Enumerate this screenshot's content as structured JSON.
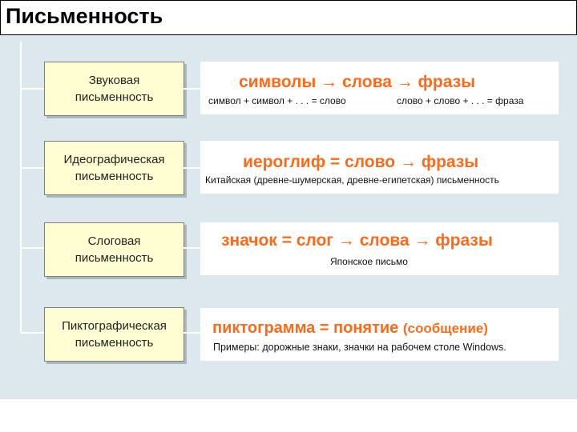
{
  "title": "Письменность",
  "rows": [
    {
      "label_line1": "Звуковая",
      "label_line2": "письменность",
      "formula": "символы → слова → фразы",
      "detail_left": "символ + символ + . . . = слово",
      "detail_right": "слово + слово + . . . = фраза"
    },
    {
      "label_line1": "Идеографическая",
      "label_line2": "письменность",
      "formula": "иероглиф = слово → фразы",
      "detail": "Китайская  (древне-шумерская, древне-египетская)  письменность"
    },
    {
      "label_line1": "Слоговая",
      "label_line2": "письменность",
      "formula": "значок = слог → слова → фразы",
      "detail": "Японское  письмо"
    },
    {
      "label_line1": "Пиктографическая",
      "label_line2": "письменность",
      "formula": "пиктограмма = понятие",
      "formula_suffix": "(сообщение)",
      "detail": "Примеры: дорожные знаки, значки на рабочем столе Windows."
    }
  ],
  "colors": {
    "accent": "#ff6a1a",
    "label_fill": "#fffed2",
    "panel": "#dde8ee"
  }
}
